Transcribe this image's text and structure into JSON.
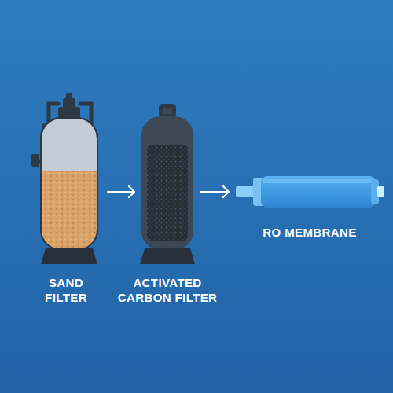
{
  "diagram": {
    "nodes": [
      {
        "text": [
          "SAND FILTER"
        ]
      },
      {
        "text": [
          "ACTIVATED CARBON FILTER"
        ]
      },
      {
        "text": [
          "RO MEMBRANE"
        ]
      }
    ],
    "edges": [
      {
        "from": 0,
        "to": 1,
        "arrow": "to"
      },
      {
        "from": 1,
        "to": 2,
        "arrow": "to"
      }
    ]
  }
}
